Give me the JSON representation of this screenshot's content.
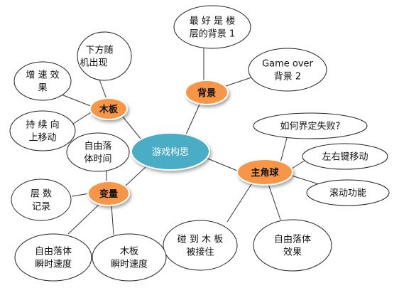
{
  "colors": {
    "center_fill": "#4bacc6",
    "center_stroke": "#ffffff",
    "category_fill": "#f79646",
    "category_stroke": "#ffffff",
    "leaf_fill": "#ffffff",
    "leaf_stroke": "#222222",
    "line": "#333333"
  },
  "center": {
    "label": "游戏构思"
  },
  "categories": [
    {
      "id": "muban",
      "label": "木板"
    },
    {
      "id": "beijing",
      "label": "背景"
    },
    {
      "id": "zhujiaoqiu",
      "label": "主角球"
    },
    {
      "id": "bianliang",
      "label": "变量"
    }
  ],
  "leaves": [
    {
      "parent": "muban",
      "lines": [
        "下方随",
        "机出现"
      ]
    },
    {
      "parent": "muban",
      "lines": [
        "增 速 效",
        "果"
      ]
    },
    {
      "parent": "muban",
      "lines": [
        "持 续 向",
        "上移动"
      ]
    },
    {
      "parent": "beijing",
      "lines": [
        "最 好 是 楼",
        "层的背景 1"
      ]
    },
    {
      "parent": "beijing",
      "lines": [
        "Game over",
        "背景 2"
      ]
    },
    {
      "parent": "zhujiaoqiu",
      "lines": [
        "如何界定失败?"
      ]
    },
    {
      "parent": "zhujiaoqiu",
      "lines": [
        "左右键移动"
      ]
    },
    {
      "parent": "zhujiaoqiu",
      "lines": [
        "滚动功能"
      ]
    },
    {
      "parent": "zhujiaoqiu",
      "lines": [
        "自由落体",
        "效果"
      ]
    },
    {
      "parent": "zhujiaoqiu",
      "lines": [
        "碰 到 木 板",
        "被接住"
      ]
    },
    {
      "parent": "bianliang",
      "lines": [
        "自由落",
        "体时间"
      ]
    },
    {
      "parent": "bianliang",
      "lines": [
        "层  数",
        "记录"
      ]
    },
    {
      "parent": "bianliang",
      "lines": [
        "自由落体",
        "瞬时速度"
      ]
    },
    {
      "parent": "bianliang",
      "lines": [
        "木板",
        "瞬时速度"
      ]
    }
  ]
}
